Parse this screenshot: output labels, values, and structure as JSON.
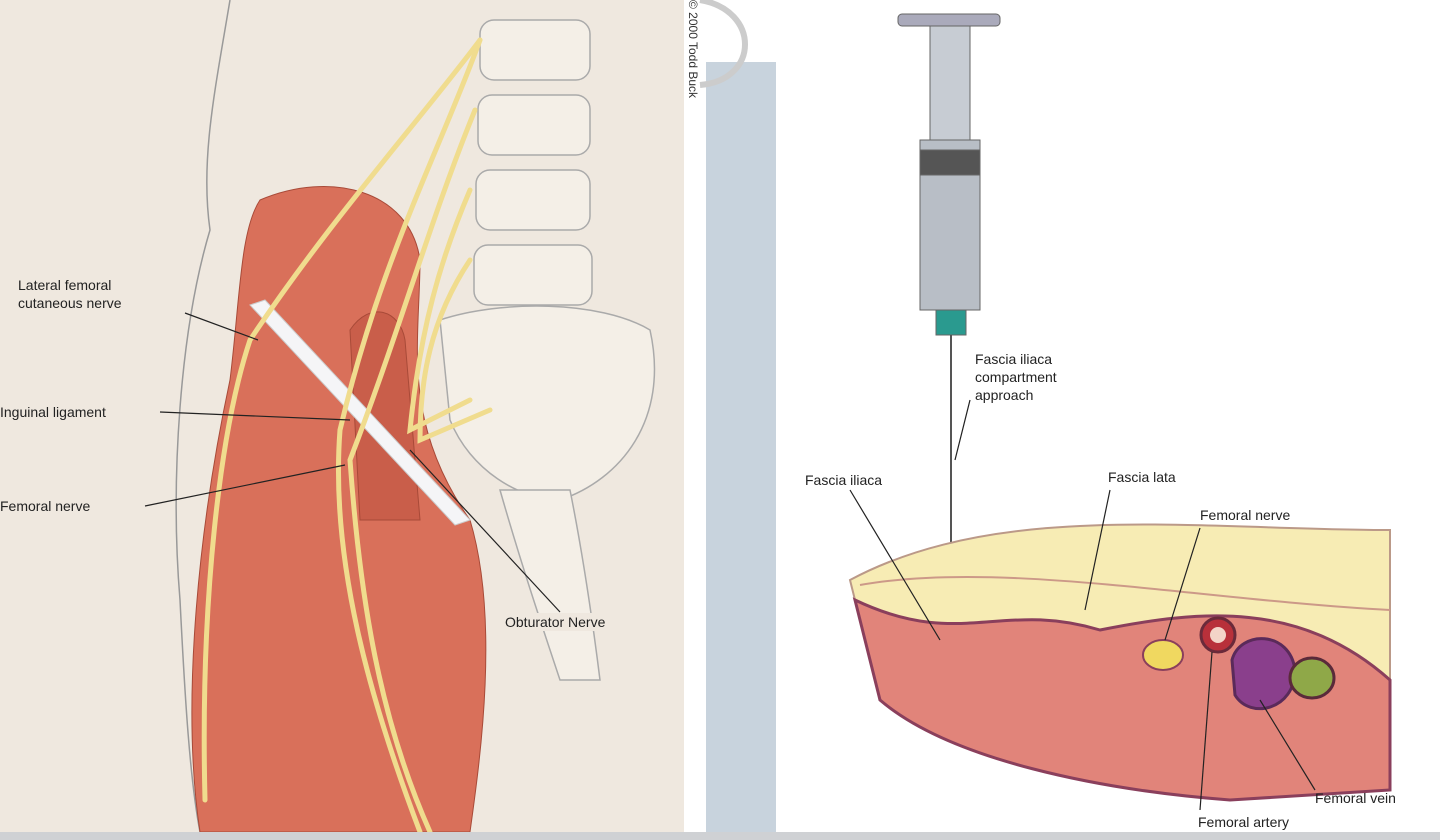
{
  "left_figure": {
    "labels": {
      "lateral_femoral_cutaneous_nerve": "Lateral femoral\ncutaneous nerve",
      "inguinal_ligament": "Inguinal ligament",
      "femoral_nerve": "Femoral nerve",
      "obturator_nerve": "Obturator Nerve"
    },
    "copyright": "© 2000 Todd Buck"
  },
  "right_figure": {
    "labels": {
      "approach": "Fascia iliaca\ncompartment\napproach",
      "fascia_iliaca": "Fascia iliaca",
      "fascia_lata": "Fascia lata",
      "femoral_nerve": "Femoral nerve",
      "femoral_vein": "Femoral vein",
      "femoral_artery": "Femoral artery"
    }
  },
  "colors": {
    "muscle": "#d9705a",
    "nerve": "#f0dc8e",
    "background_left": "#efe8df",
    "fat": "#f7ecb4",
    "vein": "#8a3f8c",
    "artery": "#b8303a"
  }
}
